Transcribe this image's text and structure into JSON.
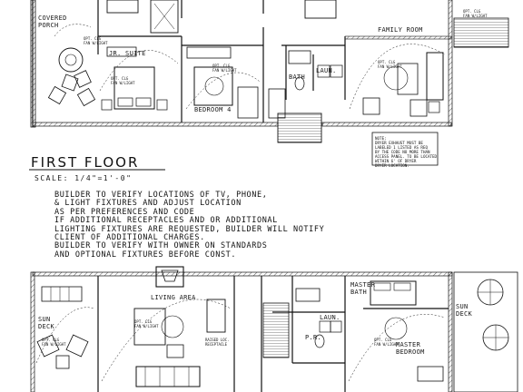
{
  "first_floor": {
    "title": "FIRST FLOOR",
    "scale": "SCALE: 1/4\"=1'-0\"",
    "rooms": {
      "covered_porch": "COVERED\nPORCH",
      "jr_suite": "JR. SUITE",
      "bedroom4": "BEDROOM 4",
      "family_room": "FAMILY ROOM",
      "bath": "BATH",
      "laundry": "LAUN."
    },
    "small_labels": {
      "fan_light_a": "OPT. CLG\nFAN W/LIGHT",
      "fan_light_b": "OPT. CLG\nFAN W/LIGHT",
      "fan_light_c": "OPT. CLG\nFAN W/LIGHT",
      "fan_light_d": "OPT. CLG\nFAN W/LIGHT",
      "fan_light_e": "OPT. CLG\nFAN W/LIGHT"
    },
    "note_box": {
      "heading": "NOTE:",
      "lines": [
        "DRYER EXHAUST MUST BE",
        "LABELED 1 LISTED AS REQ",
        "BY THE CODE NO MORE THAN",
        "ACCESS PANEL. TO BE LOCATED",
        "WITHIN 6' OF DRYER",
        "DRYER LOCATION."
      ]
    }
  },
  "builder_notes": [
    "BUILDER TO VERIFY LOCATIONS OF TV, PHONE,",
    "& LIGHT FIXTURES AND ADJUST LOCATION",
    "AS PER PREFERENCES AND CODE",
    "IF ADDITIONAL RECEPTACLES AND OR ADDITIONAL",
    "LIGHTING FIXTURES ARE REQUESTED, BUILDER WILL NOTIFY",
    "CLIENT OF ADDITIONAL CHARGES.",
    "BUILDER TO VERIFY WITH OWNER ON STANDARDS",
    "AND OPTIONAL FIXTURES BEFORE CONST."
  ],
  "second_floor": {
    "rooms": {
      "living_area": "LIVING AREA",
      "sun_deck_left": "SUN\nDECK",
      "sun_deck_right": "SUN\nDECK",
      "master_bedroom": "MASTER\nBEDROOM",
      "master_bath": "MASTER\nBATH",
      "laundry": "LAUN.",
      "pr": "P.R."
    },
    "small_labels": {
      "fan_light_a": "OPT. CLG\nFAN W/LIGHT",
      "fan_light_b": "OPT. CLG\nFAN W/LIGHT",
      "fan_light_c": "OPT. CLG\nFAN W/LIGHT",
      "recept": "RAISED LOC.\nRECEPTACLE"
    }
  }
}
